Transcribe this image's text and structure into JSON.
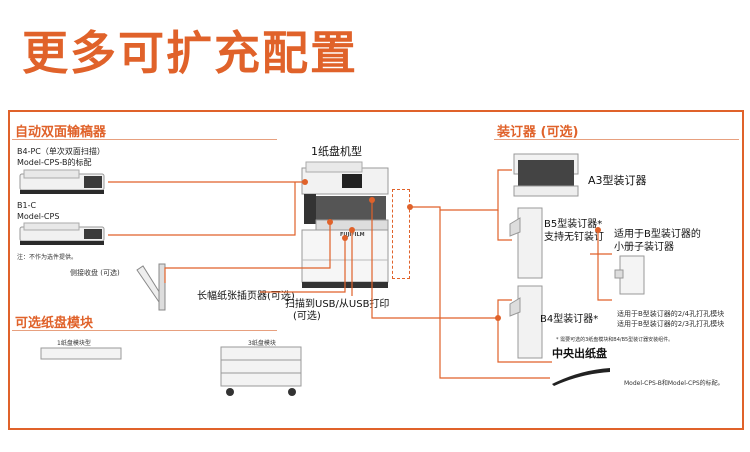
{
  "title": "更多可扩充配置",
  "sections": {
    "adf": "自动双面输稿器",
    "finisher": "装订器 (可选)",
    "tray": "可选纸盘模块"
  },
  "adf": {
    "b4pc_line1": "B4-PC（单次双面扫描）",
    "b4pc_line2": "Model-CPS-B的标配",
    "b1c_line1": "B1-C",
    "b1c_line2": "Model-CPS",
    "note": "注：不作为选件提供。"
  },
  "labels": {
    "side_tray": "侧接收盘 (可选)",
    "machine": "1纸盘机型",
    "long_paper": "长幅纸张插页器(可选)",
    "usb_line1": "扫描到USB/从USB打印",
    "usb_line2": "(可选)",
    "a3_finisher": "A3型装订器",
    "b5_line1": "B5型装订器*",
    "b5_line2": "支持无钉装订",
    "booklet_line1": "适用于B型装订器的",
    "booklet_line2": "小册子装订器",
    "b4_finisher": "B4型装订器*",
    "punch_line1": "适用于B型装订器的2/4孔打孔模块",
    "punch_line2": "适用于B型装订器的2/3孔打孔模块",
    "punch_note": "* 需要可选的3纸盘模块和B4/B5型装订器安装组件。",
    "center_tray": "中央出纸盘",
    "cps_note": "Model-CPS-B和Model-CPS的标配。",
    "tray1": "1纸盘模块型",
    "tray3": "3纸盘模块",
    "brand": "FUJIFILM"
  },
  "colors": {
    "accent": "#e0622a"
  }
}
